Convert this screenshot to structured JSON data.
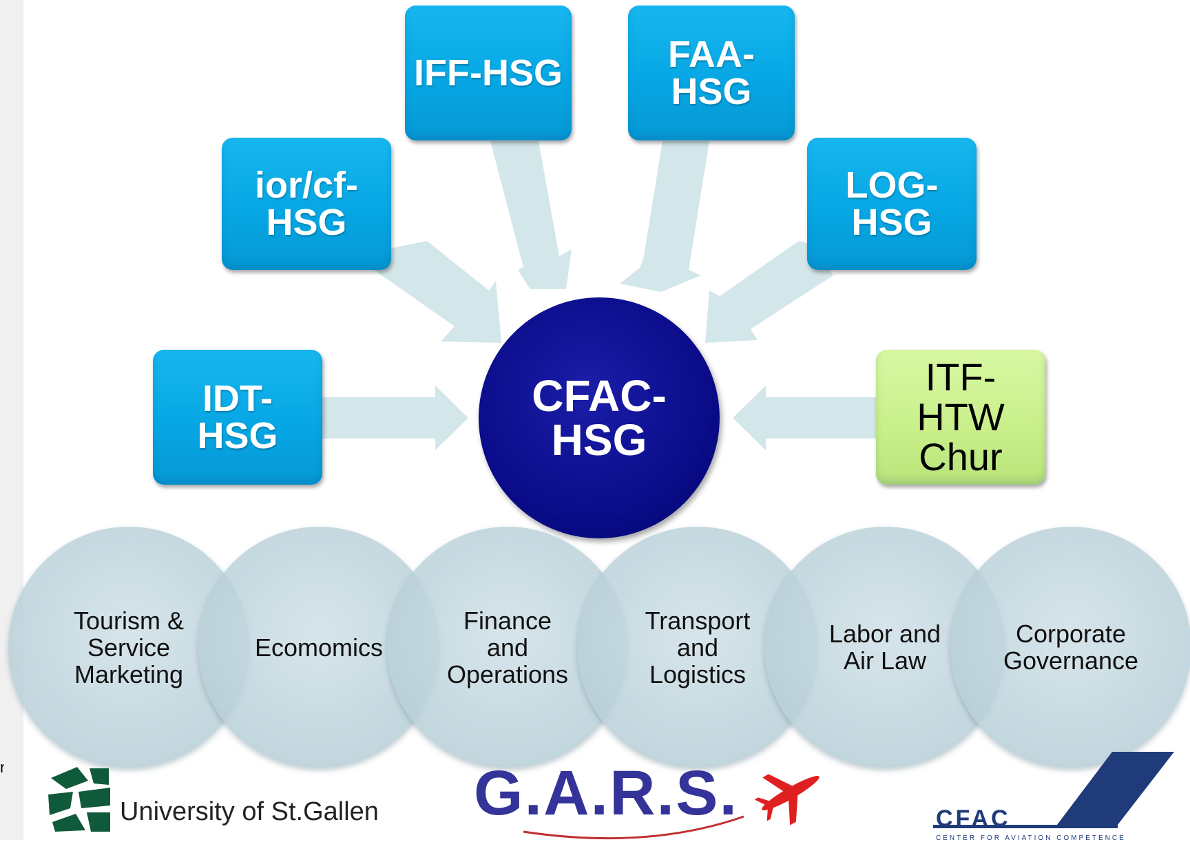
{
  "diagram": {
    "hub": {
      "label": "CFAC-\nHSG",
      "color": "#0a0c8a"
    },
    "institutes": [
      {
        "id": "idt",
        "label": "IDT-\nHSG",
        "color": "#06a7e4"
      },
      {
        "id": "iorcf",
        "label": "ior/cf-\nHSG",
        "color": "#06a7e4"
      },
      {
        "id": "iff",
        "label": "IFF-HSG",
        "color": "#06a7e4"
      },
      {
        "id": "faa",
        "label": "FAA-\nHSG",
        "color": "#06a7e4"
      },
      {
        "id": "log",
        "label": "LOG-\nHSG",
        "color": "#06a7e4"
      },
      {
        "id": "itf",
        "label": "ITF-\nHTW\nChur",
        "color": "#c8ef8a"
      }
    ],
    "disciplines": [
      {
        "label": "Tourism &\nService\nMarketing"
      },
      {
        "label": "Ecomomics"
      },
      {
        "label": "Finance\nand\nOperations"
      },
      {
        "label": "Transport\nand\nLogistics"
      },
      {
        "label": "Labor and\nAir Law"
      },
      {
        "label": "Corporate\nGovernance"
      }
    ],
    "arrow_color": "#d3e6ea"
  },
  "logos": {
    "unisg": {
      "text": "University of St.Gallen",
      "color": "#0f5a3a"
    },
    "gars": {
      "text": "G.A.R.S.",
      "color": "#333399",
      "plane_color": "#e02020"
    },
    "cfac": {
      "text": "CFAC",
      "subtitle": "CENTER FOR AVIATION COMPETENCE",
      "color": "#1f3b7a"
    }
  }
}
